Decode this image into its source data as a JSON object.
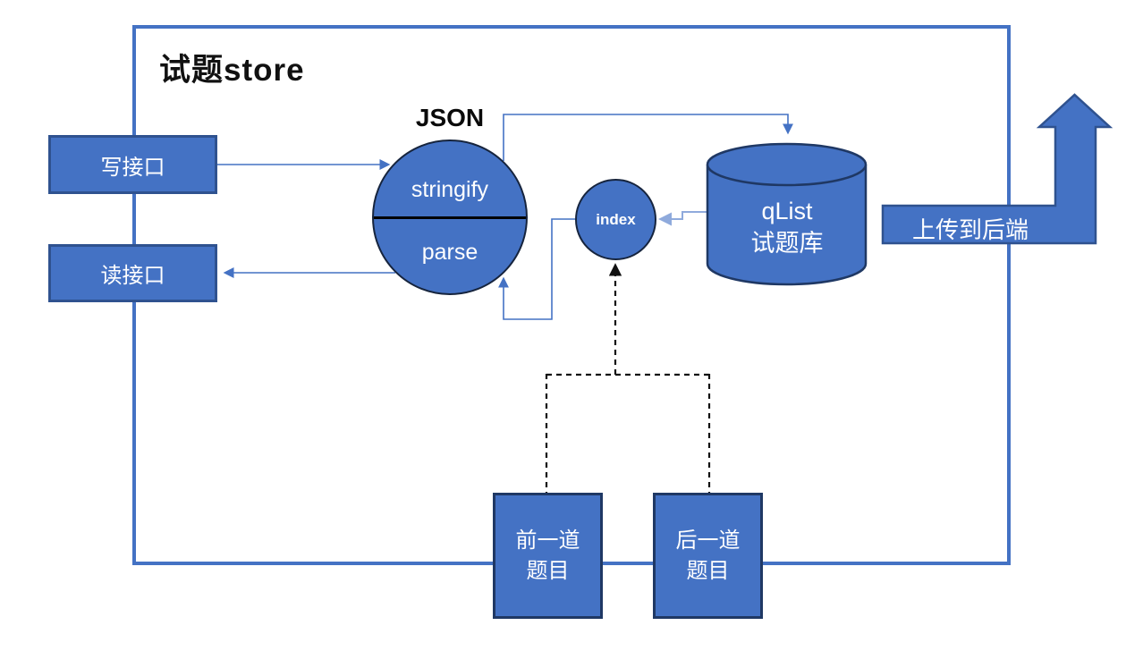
{
  "title": "试题store",
  "nodes": {
    "write_api": {
      "label": "写接口"
    },
    "read_api": {
      "label": "读接口"
    },
    "json": {
      "title": "JSON",
      "top": "stringify",
      "bottom": "parse"
    },
    "index": {
      "label": "index"
    },
    "qlist": {
      "line1": "qList",
      "line2": "试题库"
    },
    "upload": {
      "label": "上传到后端"
    },
    "prev_question": {
      "line1": "前一道",
      "line2": "题目"
    },
    "next_question": {
      "line1": "后一道",
      "line2": "题目"
    }
  },
  "colors": {
    "shape_fill": "#4472C4",
    "shape_border": "#2F528F",
    "dark_border": "#1F3864",
    "circle_border": "#16243D",
    "connector": "#4472C4",
    "connector_light": "#8FAADC",
    "dashed_connector": "#111111",
    "divider": "#000000",
    "frame": "#4472C4",
    "text_on_fill": "#FFFFFF",
    "text_dark": "#111111"
  }
}
